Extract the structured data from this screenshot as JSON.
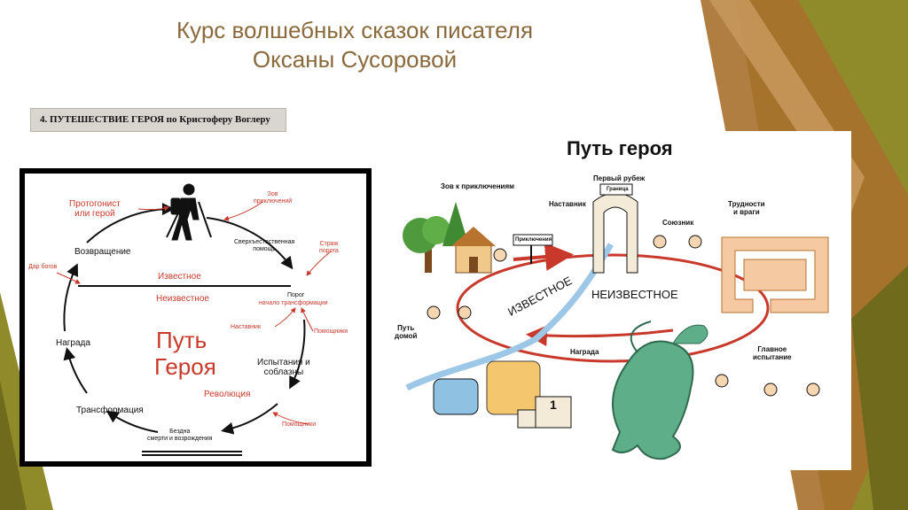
{
  "slide": {
    "title_line1": "Курс волшебных сказок писателя",
    "title_line2": "Оксаны Сусоровой",
    "section_label": "4. ПУТЕШЕСТВИЕ ГЕРОЯ по Кристоферу Воглеру"
  },
  "left_diagram": {
    "center_title_1": "Путь",
    "center_title_2": "Героя",
    "known": "Известное",
    "unknown": "Неизвестное",
    "nodes": {
      "protagonist": [
        "Протогонист",
        "или герой"
      ],
      "call": [
        "Зов",
        "приключений"
      ],
      "supernatural": [
        "Сверхъестественная",
        "помощь"
      ],
      "threshold_guard": [
        "Страж",
        "порога"
      ],
      "threshold": [
        "Порог"
      ],
      "transformation_start": "начало трансформации",
      "mentor": "Наставник",
      "helpers_1": "Помощники",
      "trials": [
        "Испытания и",
        "соблазны"
      ],
      "revolution": "Революция",
      "helpers_2": "Помощники",
      "abyss": [
        "Бездна",
        "смерти и возрождения"
      ],
      "transformation": "Трансформация",
      "reward": "Награда",
      "return": "Возвращение",
      "gift": "Дар богов"
    }
  },
  "right_diagram": {
    "title": "Путь героя",
    "known": "ИЗВЕСТНОЕ",
    "unknown": "НЕИЗВЕСТНОЕ",
    "labels": {
      "call": "Зов к приключениям",
      "mentor": "Наставник",
      "first_threshold": "Первый рубеж",
      "border_sign": "Граница",
      "adventure_sign": "Приключения",
      "ally": "Союзник",
      "difficulties": [
        "Трудности",
        "и враги"
      ],
      "road_home": [
        "Путь",
        "домой"
      ],
      "reward": "Награда",
      "ordeal": [
        "Главное",
        "испытание"
      ],
      "podium": "1"
    }
  },
  "colors": {
    "title": "#8a6a3c",
    "accent_red": "#c8392b",
    "olive": "#8f8a2a",
    "brown": "#a9702d"
  }
}
